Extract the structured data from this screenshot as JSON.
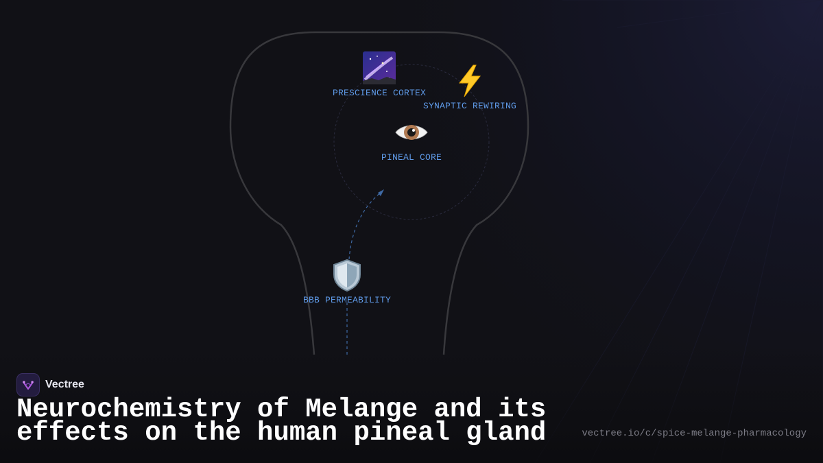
{
  "brand": {
    "name": "Vectree",
    "logo_icon": "vectree-v-logo",
    "accent": "#9b59d6"
  },
  "title": "Neurochemistry of Melange and its effects on the human pineal gland",
  "url": "vectree.io/c/spice-melange-pharmacology",
  "diagram": {
    "nodes": [
      {
        "id": "prescience-cortex",
        "label": "PRESCIENCE CORTEX",
        "icon": "galaxy-icon"
      },
      {
        "id": "synaptic-rewiring",
        "label": "SYNAPTIC REWIRING",
        "icon": "lightning-icon"
      },
      {
        "id": "pineal-core",
        "label": "PINEAL CORE",
        "icon": "eye-icon"
      },
      {
        "id": "bbb-permeability",
        "label": "BBB PERMEABILITY",
        "icon": "shield-icon"
      }
    ],
    "edges": [
      {
        "from": "bbb-permeability",
        "to": "pineal-core",
        "style": "dashed-arrow"
      }
    ]
  },
  "colors": {
    "background": "#111116",
    "label": "#5f9ae8",
    "outline": "#3a3a3e"
  }
}
